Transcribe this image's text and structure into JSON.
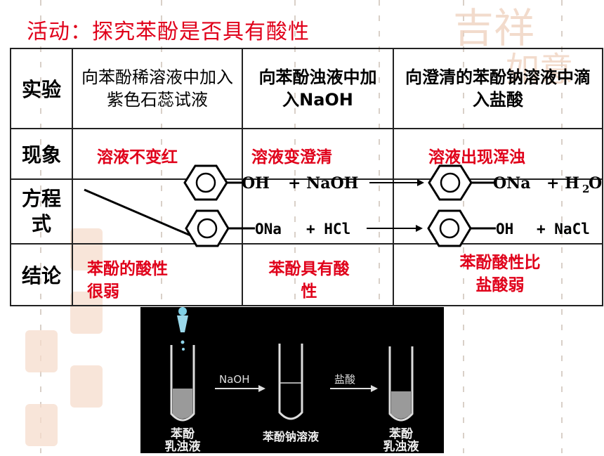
{
  "slide": {
    "title": "活动：探究苯酚是否具有酸性"
  },
  "table": {
    "row_headers": [
      "实验",
      "现象",
      "方程式",
      "结论"
    ],
    "experiment": [
      "向苯酚稀溶液中加入紫色石蕊试液",
      "向苯酚浊液中加入NaOH",
      "向澄清的苯酚钠溶液中滴入盐酸"
    ],
    "phenomenon": [
      "溶液不变红",
      "溶液变澄清",
      "溶液出现浑浊"
    ],
    "equation1": {
      "left": "OH",
      "plus1": "+ NaOH",
      "right": "ONa",
      "plus2": "+ H",
      "sub": "2",
      "tail": "O"
    },
    "equation2": {
      "left": "ONa",
      "plus1": "+ HCl",
      "right": "OH",
      "plus2": "+ NaCl"
    },
    "conclusion": [
      "苯酚的酸性很弱",
      "苯酚具有酸性",
      "苯酚酸性比盐酸弱"
    ]
  },
  "photo": {
    "arrow1_label": "NaOH",
    "arrow2_label": "盐酸",
    "tube1_label_line1": "苯酚",
    "tube1_label_line2": "乳浊液",
    "tube2_label": "苯酚钠溶液",
    "tube3_label_line1": "苯酚",
    "tube3_label_line2": "乳浊液"
  },
  "colors": {
    "title": "#e0001a",
    "highlight": "#e0001a",
    "border": "#222222"
  }
}
